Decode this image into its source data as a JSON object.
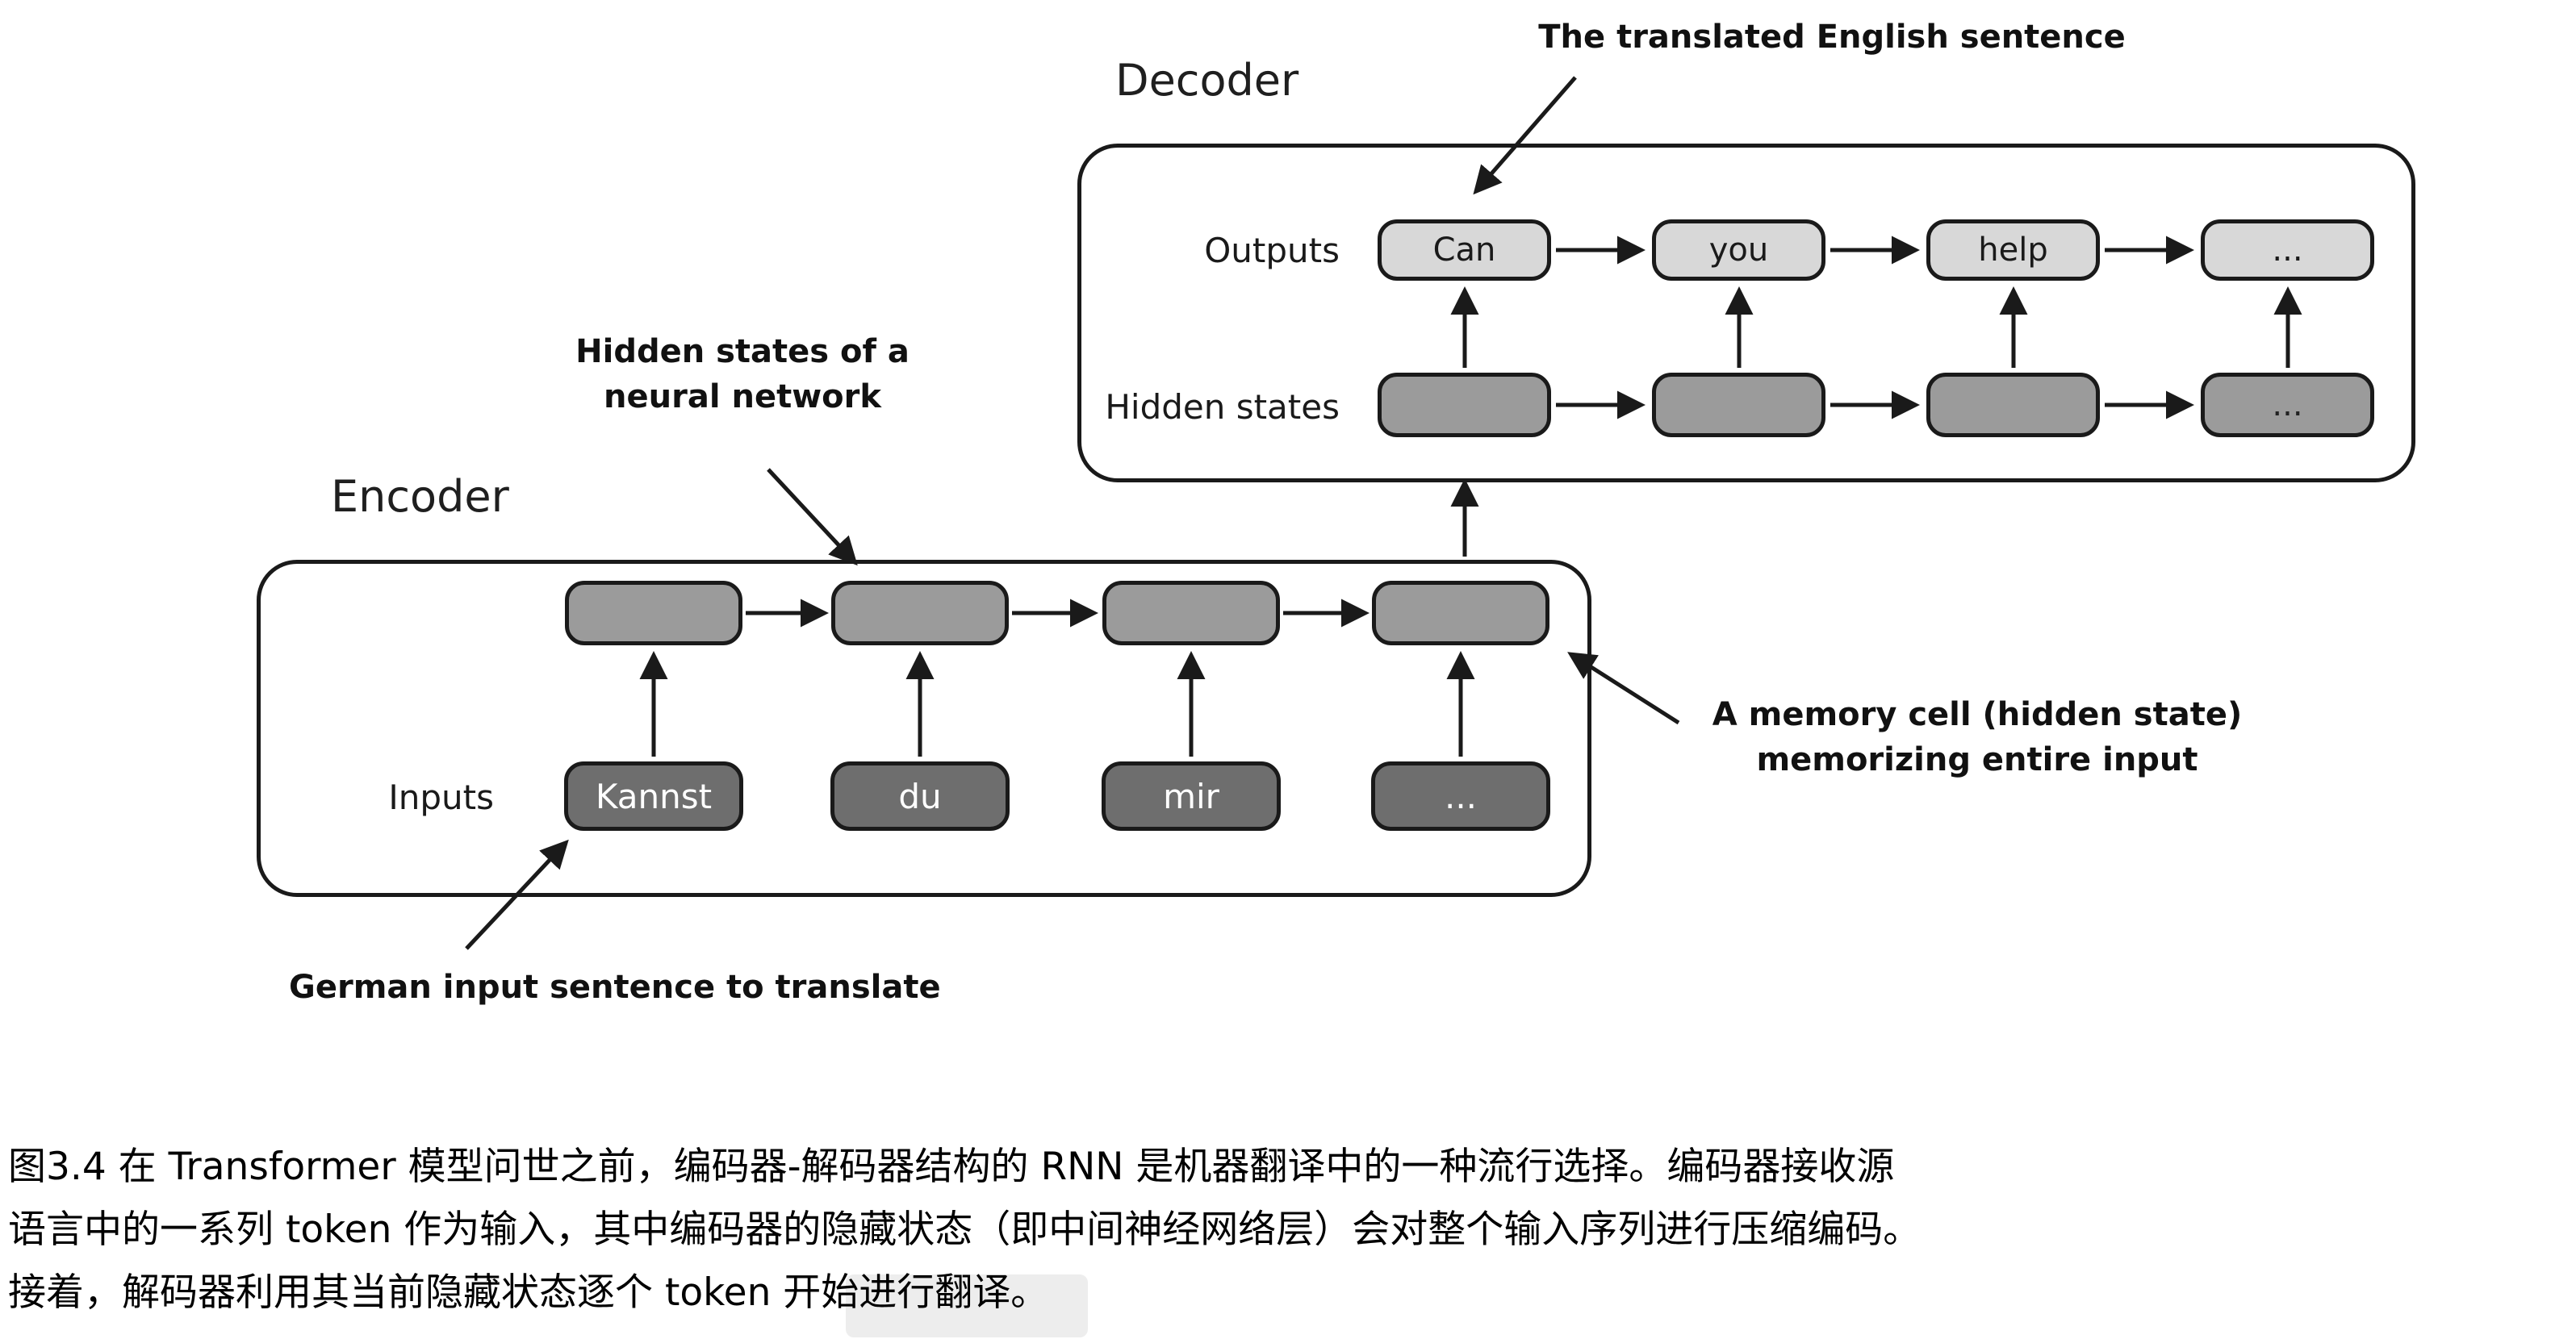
{
  "decoder": {
    "label": "Decoder",
    "outputs_label": "Outputs",
    "hidden_label": "Hidden states",
    "output_tokens": [
      "Can",
      "you",
      "help",
      "..."
    ],
    "hidden_tokens": [
      "",
      "",
      "",
      "..."
    ]
  },
  "encoder": {
    "label": "Encoder",
    "inputs_label": "Inputs",
    "input_tokens": [
      "Kannst",
      "du",
      "mir",
      "..."
    ],
    "hidden_tokens": [
      "",
      "",
      "",
      ""
    ]
  },
  "annotations": {
    "translated_sentence": "The translated English sentence",
    "hidden_states_line1": "Hidden states of a",
    "hidden_states_line2": "neural network",
    "memory_cell_line1": "A memory cell (hidden state)",
    "memory_cell_line2": "memorizing entire input",
    "german_input": "German input sentence to translate"
  },
  "caption": {
    "line1": "图3.4 在 Transformer 模型问世之前，编码器-解码器结构的 RNN 是机器翻译中的一种流行选择。编码器接收源",
    "line2": "语言中的一系列 token 作为输入，其中编码器的隐藏状态（即中间神经网络层）会对整个输入序列进行压缩编码。",
    "line3": "接着，解码器利用其当前隐藏状态逐个 token 开始进行翻译。"
  },
  "colors": {
    "output_box": "#d8d8d8",
    "hidden_box": "#9b9b9b",
    "input_box": "#6e6e6e",
    "line": "#1a1a1a"
  }
}
